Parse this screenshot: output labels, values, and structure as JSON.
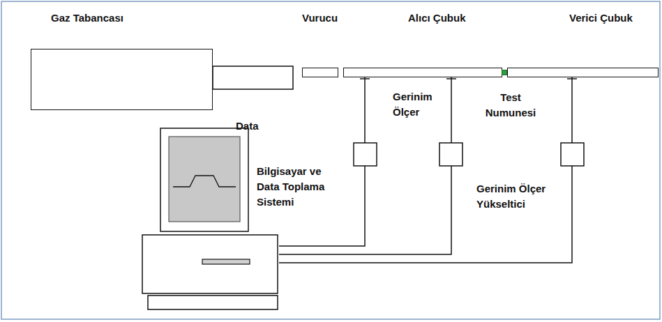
{
  "diagram": {
    "nodes": [
      {
        "text": [
          "Gaz Tabancası"
        ]
      },
      {
        "text": [
          "Vurucu"
        ]
      },
      {
        "text": [
          "Alıcı Çubuk"
        ]
      },
      {
        "text": [
          "Test Numunesi"
        ]
      },
      {
        "text": [
          "Verici Çubuk"
        ]
      },
      {
        "text": [
          "Bilgisayar ve Data Toplama Sistemi"
        ]
      }
    ],
    "edges": [
      {
        "from": 2,
        "to": 5,
        "arrow": "none"
      },
      {
        "from": 2,
        "to": 5,
        "arrow": "none"
      },
      {
        "from": 4,
        "to": 5,
        "arrow": "none"
      }
    ],
    "labels": [
      "Data",
      "Gerinim Ölçer",
      "Gerinim Ölçer Yükseltici"
    ]
  }
}
